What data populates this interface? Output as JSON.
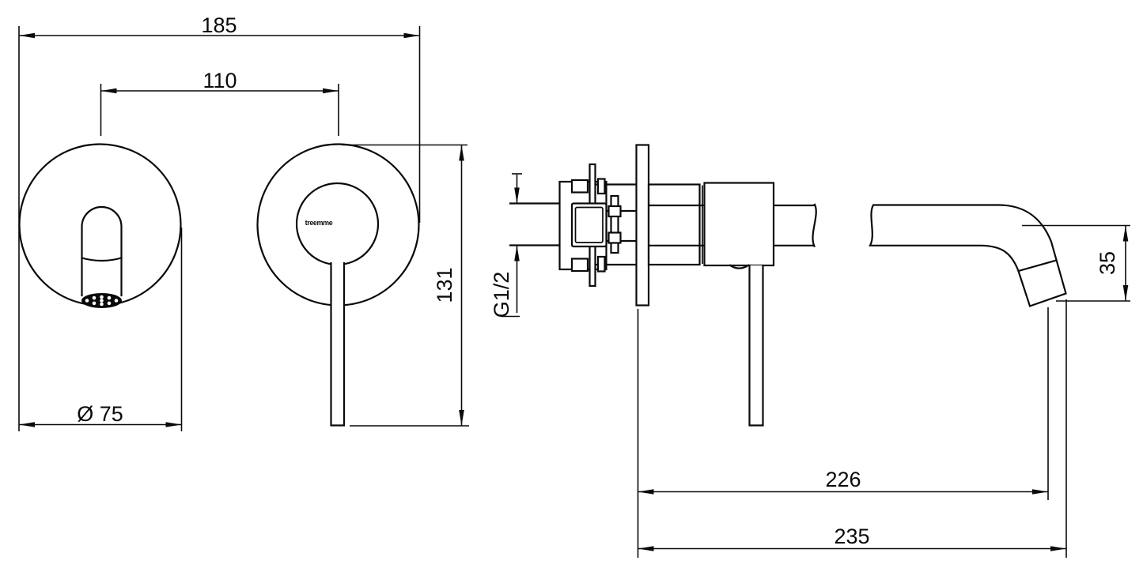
{
  "drawing": {
    "background": "#ffffff",
    "line_color": "#0a0a0a",
    "brand_logo": "treemme",
    "dimensions": {
      "overall_width": "185",
      "centers_distance": "110",
      "escutcheon_diameter": "Ø 75",
      "height_below_center": "131",
      "thread": "G1/2",
      "reach_to_outlet": "226",
      "overall_reach": "235",
      "spout_drop": "35"
    }
  }
}
